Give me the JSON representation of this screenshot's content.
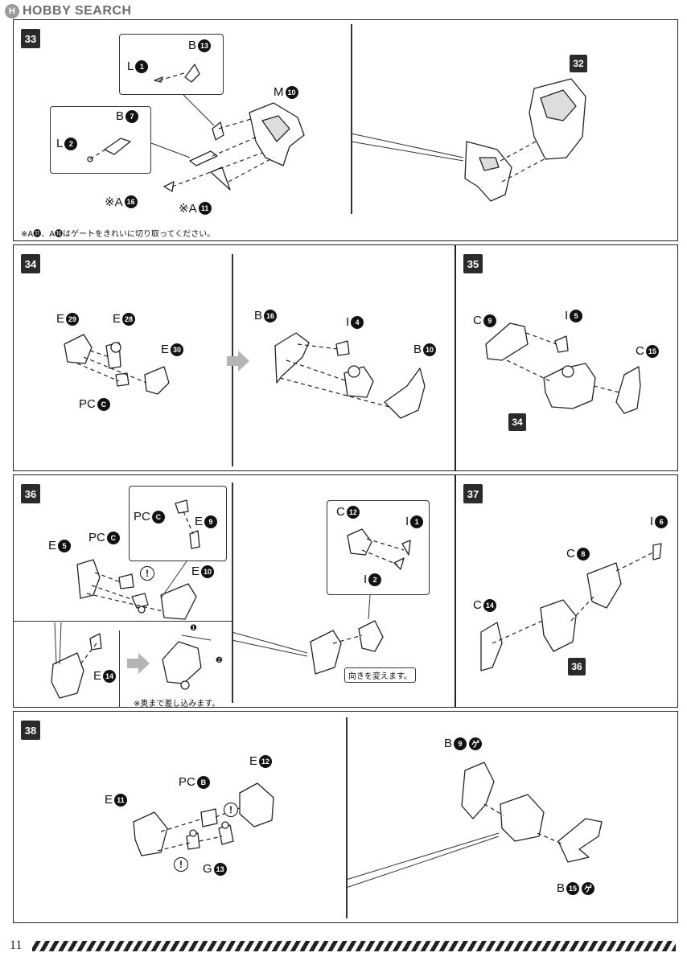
{
  "header": {
    "logo_mark": "H",
    "logo_text": "HOBBY SEARCH"
  },
  "footer": {
    "page_number": "11"
  },
  "steps": {
    "s33": "33",
    "s34": "34",
    "s35": "35",
    "s36": "36",
    "s37": "37",
    "s38": "38"
  },
  "refs": {
    "r32": "32",
    "r34": "34",
    "r36": "36"
  },
  "parts": {
    "p33_L1": {
      "letter": "L",
      "num": "1"
    },
    "p33_B13": {
      "letter": "B",
      "num": "13"
    },
    "p33_B7": {
      "letter": "B",
      "num": "7"
    },
    "p33_L2": {
      "letter": "L",
      "num": "2"
    },
    "p33_M10": {
      "letter": "M",
      "num": "10"
    },
    "p33_A16": {
      "letter": "※A",
      "num": "16"
    },
    "p33_A11": {
      "letter": "※A",
      "num": "11"
    },
    "p34_E29": {
      "letter": "E",
      "num": "29"
    },
    "p34_E28": {
      "letter": "E",
      "num": "28"
    },
    "p34_E30": {
      "letter": "E",
      "num": "30"
    },
    "p34_PCC": {
      "letter": "PC",
      "num": "C"
    },
    "p34_B16": {
      "letter": "B",
      "num": "16"
    },
    "p34_I4": {
      "letter": "I",
      "num": "4"
    },
    "p34_B10": {
      "letter": "B",
      "num": "10"
    },
    "p35_C9": {
      "letter": "C",
      "num": "9"
    },
    "p35_I5": {
      "letter": "I",
      "num": "5"
    },
    "p35_C15": {
      "letter": "C",
      "num": "15"
    },
    "p36_PCC_a": {
      "letter": "PC",
      "num": "C"
    },
    "p36_E9": {
      "letter": "E",
      "num": "9"
    },
    "p36_E5": {
      "letter": "E",
      "num": "5"
    },
    "p36_PCC_b": {
      "letter": "PC",
      "num": "C"
    },
    "p36_E10": {
      "letter": "E",
      "num": "10"
    },
    "p36_E14": {
      "letter": "E",
      "num": "14"
    },
    "p36_C12": {
      "letter": "C",
      "num": "12"
    },
    "p36_I1": {
      "letter": "I",
      "num": "1"
    },
    "p36_I2": {
      "letter": "I",
      "num": "2"
    },
    "p37_I6": {
      "letter": "I",
      "num": "6"
    },
    "p37_C8": {
      "letter": "C",
      "num": "8"
    },
    "p37_C14": {
      "letter": "C",
      "num": "14"
    },
    "p38_E12": {
      "letter": "E",
      "num": "12"
    },
    "p38_PCB": {
      "letter": "PC",
      "num": "B"
    },
    "p38_E11": {
      "letter": "E",
      "num": "11"
    },
    "p38_G13": {
      "letter": "G",
      "num": "13"
    },
    "p38_B9": {
      "letter": "B",
      "num": "9"
    },
    "p38_B15": {
      "letter": "B",
      "num": "15"
    }
  },
  "notes": {
    "n33_gate": "※A⓫、A⓰はゲートをきれいに切り取ってください。",
    "n36_insert": "※奥まで差し込みます。",
    "n36_turn": "向きを変えます。",
    "n36_step1": "❶",
    "n36_step2": "❷"
  },
  "symbols": {
    "warning": "!",
    "gate_mark": "ゲ"
  }
}
